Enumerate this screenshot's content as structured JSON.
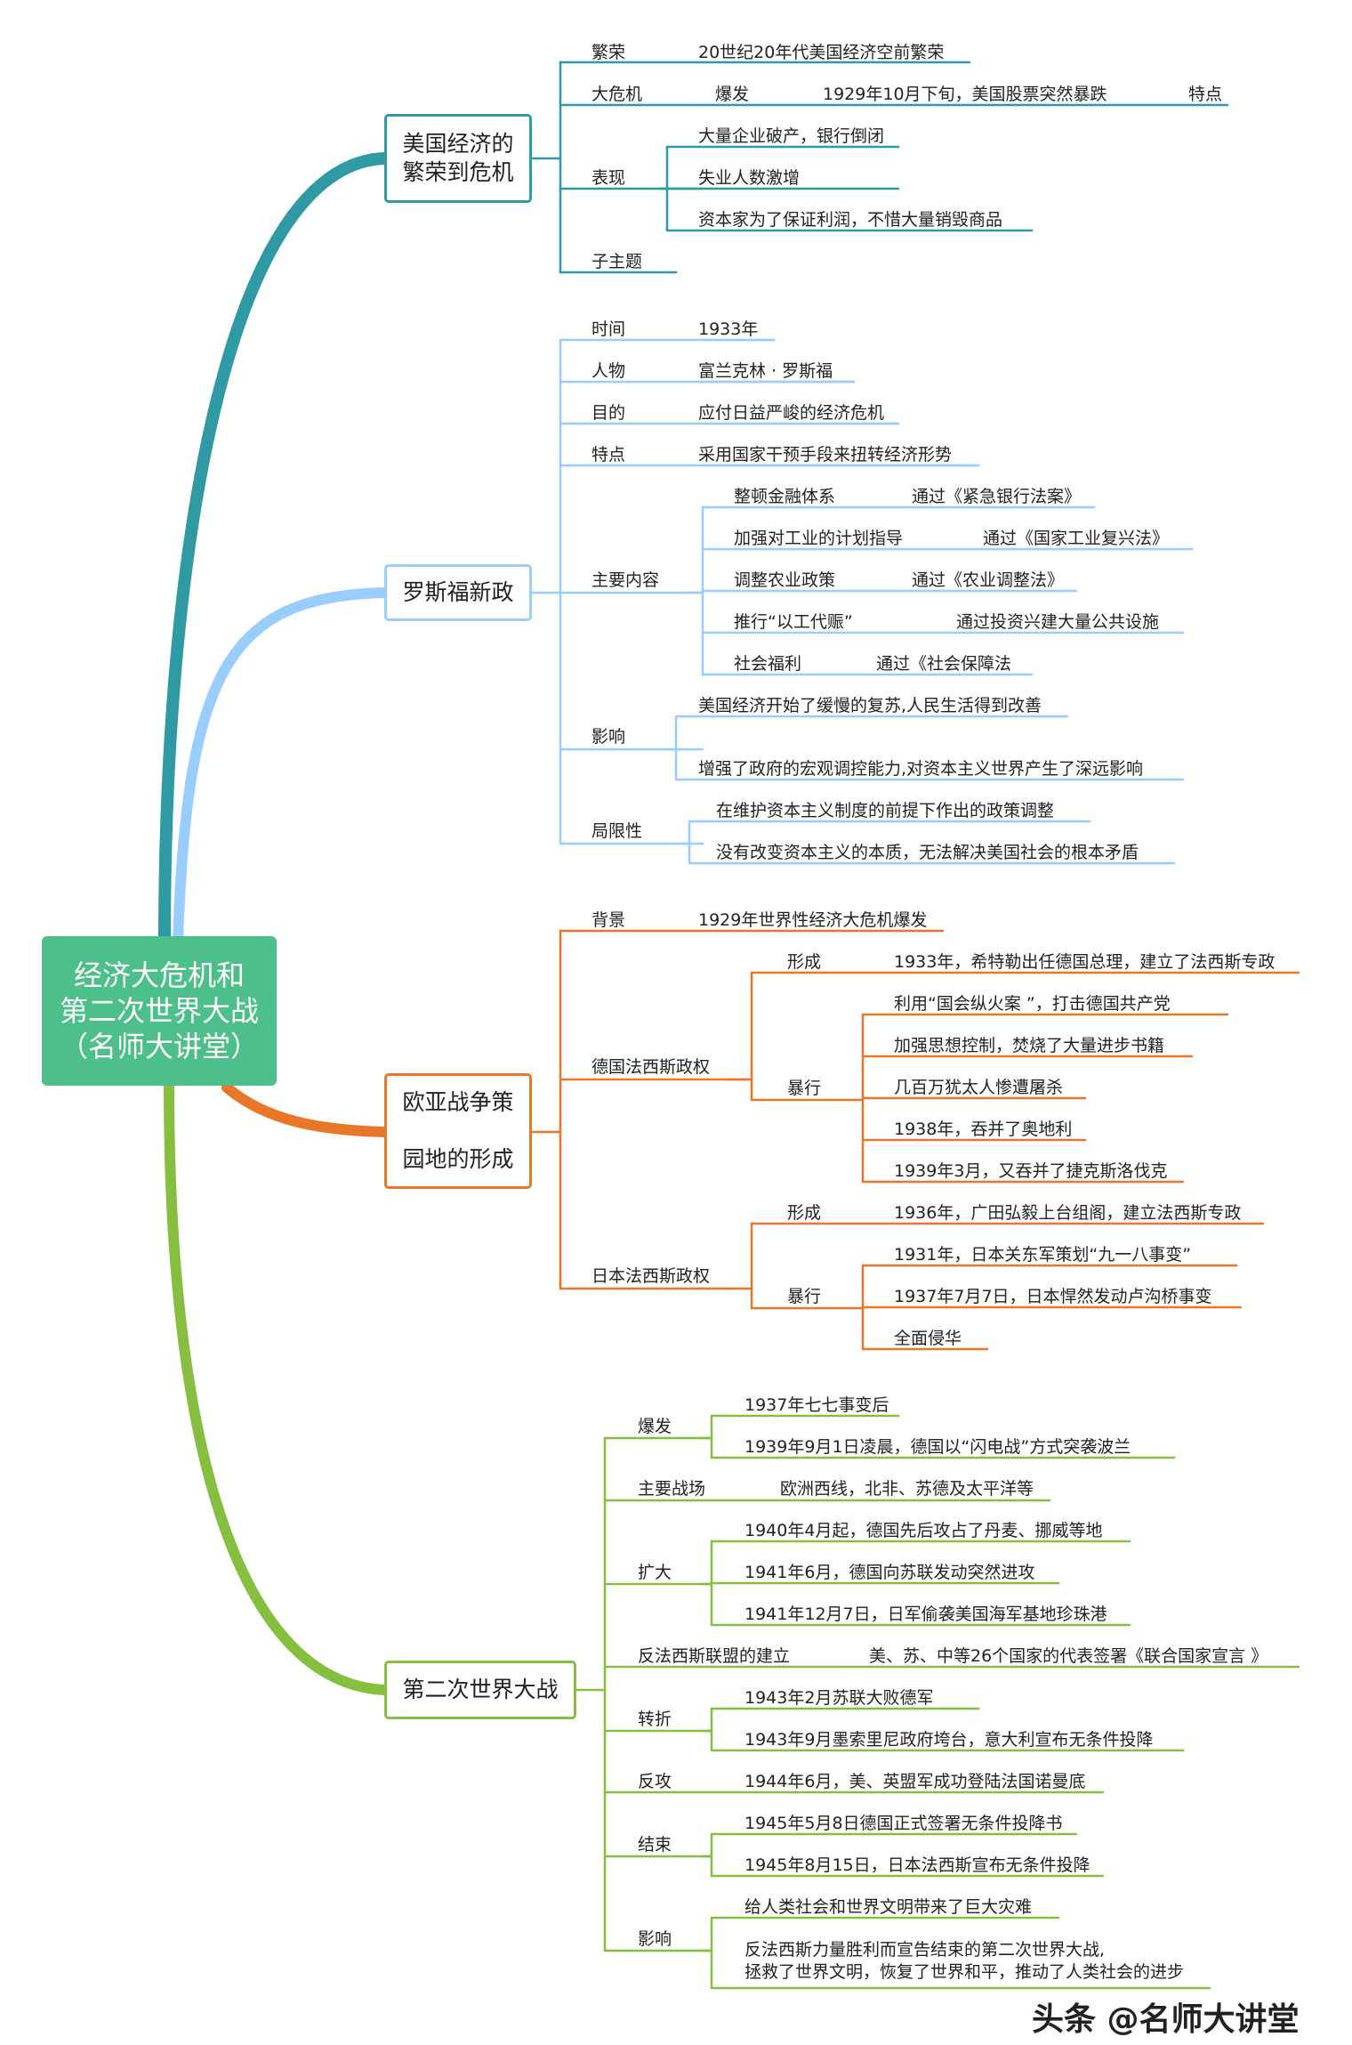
{
  "colors": {
    "root": "#4dbf8a",
    "branch1": "#2f9aa4",
    "branch2": "#99ccff",
    "branch3": "#e8772a",
    "branch4": "#86bf3f"
  },
  "root": {
    "line1": "经济大危机和",
    "line2": "第二次世界大战",
    "line3": "（名师大讲堂）"
  },
  "b1": {
    "title_l1": "美国经济的",
    "title_l2": "繁荣到危机",
    "fanrong": "繁荣",
    "fanrong_v": "20世纪20年代美国经济空前繁荣",
    "daweiji": "大危机",
    "baofa": "爆发",
    "baofa_v": "1929年10月下旬，美国股票突然暴跌",
    "tedian": "特点",
    "biaoxian": "表现",
    "bx1": "大量企业破产，银行倒闭",
    "bx2": "失业人数激增",
    "bx3": "资本家为了保证利润，不惜大量销毁商品",
    "zizhuti": "子主题"
  },
  "b2": {
    "title": "罗斯福新政",
    "shijian": "时间",
    "shijian_v": "1933年",
    "renwu": "人物",
    "renwu_v": "富兰克林 · 罗斯福",
    "mudi": "目的",
    "mudi_v": "应付日益严峻的经济危机",
    "tedian": "特点",
    "tedian_v": "采用国家干预手段来扭转经济形势",
    "zhuyao": "主要内容",
    "z1": "整顿金融体系",
    "z1v": "通过《紧急银行法案》",
    "z2": "加强对工业的计划指导",
    "z2v": "通过《国家工业复兴法》",
    "z3": "调整农业政策",
    "z3v": "通过《农业调整法》",
    "z4": "推行“以工代赈”",
    "z4v": "通过投资兴建大量公共设施",
    "z5": "社会福利",
    "z5v": "通过《社会保障法",
    "yingxiang": "影响",
    "yx1": "美国经济开始了缓慢的复苏,人民生活得到改善",
    "yx2": "增强了政府的宏观调控能力,对资本主义世界产生了深远影响",
    "juxian": "局限性",
    "jx1": "在维护资本主义制度的前提下作出的政策调整",
    "jx2": "没有改变资本主义的本质，无法解决美国社会的根本矛盾"
  },
  "b3": {
    "title_l1": "欧亚战争策",
    "title_l2": "园地的形成",
    "beijing": "背景",
    "beijing_v": "1929年世界性经济大危机爆发",
    "de": "德国法西斯政权",
    "de_xc": "形成",
    "de_xc_v": "1933年，希特勒出任德国总理，建立了法西斯专政",
    "de_bx": "暴行",
    "de1": "利用“国会纵火案 ”，打击德国共产党",
    "de2": "加强思想控制，焚烧了大量进步书籍",
    "de3": "几百万犹太人惨遭屠杀",
    "de4": "1938年，吞并了奥地利",
    "de5": "1939年3月，又吞并了捷克斯洛伐克",
    "jp": "日本法西斯政权",
    "jp_xc": "形成",
    "jp_xc_v": "1936年，广田弘毅上台组阁，建立法西斯专政",
    "jp_bx": "暴行",
    "jp1": "1931年，日本关东军策划“九一八事变”",
    "jp2": "1937年7月7日，日本悍然发动卢沟桥事变",
    "jp3": "全面侵华"
  },
  "b4": {
    "title": "第二次世界大战",
    "baofa": "爆发",
    "bf1": "1937年七七事变后",
    "bf2": "1939年9月1日凌晨，德国以“闪电战”方式突袭波兰",
    "zhanchang": "主要战场",
    "zhanchang_v": "欧洲西线，北非、苏德及太平洋等",
    "kuoda": "扩大",
    "kd1": "1940年4月起，德国先后攻占了丹麦、挪威等地",
    "kd2": "1941年6月，德国向苏联发动突然进攻",
    "kd3": "1941年12月7日，日军偷袭美国海军基地珍珠港",
    "lianmeng": "反法西斯联盟的建立",
    "lianmeng_v": "美、苏、中等26个国家的代表签署《联合国家宣言 》",
    "zhuanzhe": "转折",
    "zz1": "1943年2月苏联大败德军",
    "zz2": "1943年9月墨索里尼政府垮台，意大利宣布无条件投降",
    "fangong": "反攻",
    "fangong_v": "1944年6月，美、英盟军成功登陆法国诺曼底",
    "jieshu": "结束",
    "js1": "1945年5月8日德国正式签署无条件投降书",
    "js2": "1945年8月15日，日本法西斯宣布无条件投降",
    "yingxiang": "影响",
    "yx1": "给人类社会和世界文明带来了巨大灾难",
    "yx2a": "反法西斯力量胜利而宣告结束的第二次世界大战,",
    "yx2b": "拯救了世界文明，恢复了世界和平，推动了人类社会的进步"
  },
  "watermark": "头条 @名师大讲堂"
}
